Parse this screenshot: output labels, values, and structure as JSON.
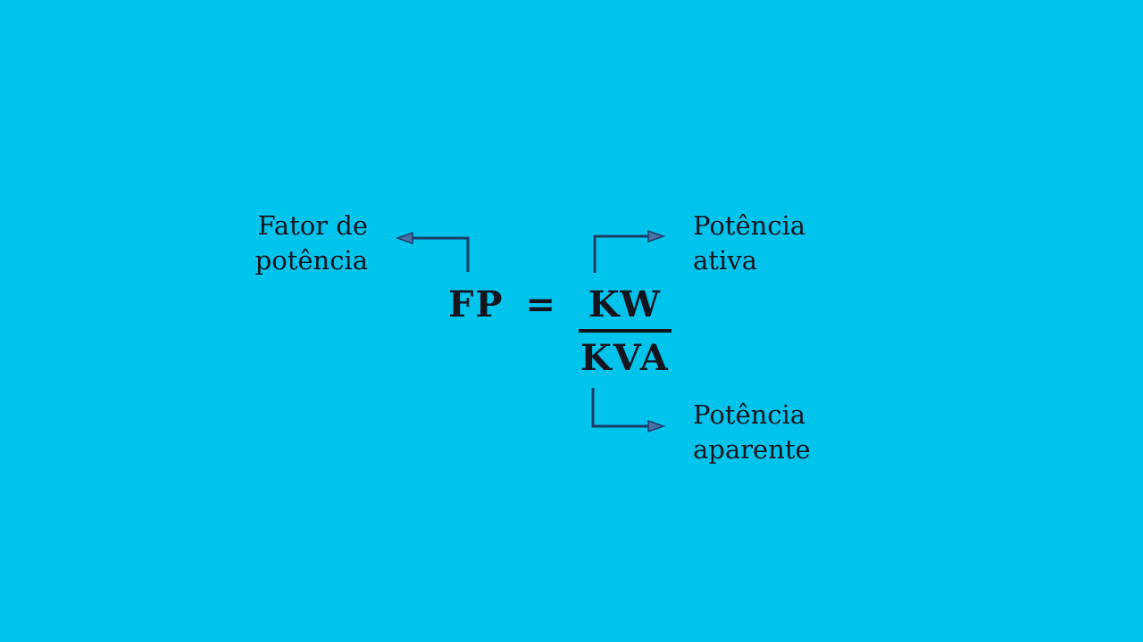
{
  "colors": {
    "background": "#00c4ec",
    "text": "#14141f",
    "arrow": "#1c3c64",
    "arrowhead": "#4a6fa8"
  },
  "formula": {
    "lhs": "FP",
    "equals": "=",
    "numerator": "KW",
    "denominator": "KVA"
  },
  "labels": {
    "factor": {
      "line1": "Fator de",
      "line2": "potência"
    },
    "active": {
      "line1": "Potência",
      "line2": "ativa"
    },
    "apparent": {
      "line1": "Potência",
      "line2": "aparente"
    }
  },
  "icons": {
    "factor_arrow": "elbow-arrow-left",
    "active_arrow": "elbow-arrow-up-right",
    "apparent_arrow": "elbow-arrow-down-right"
  }
}
